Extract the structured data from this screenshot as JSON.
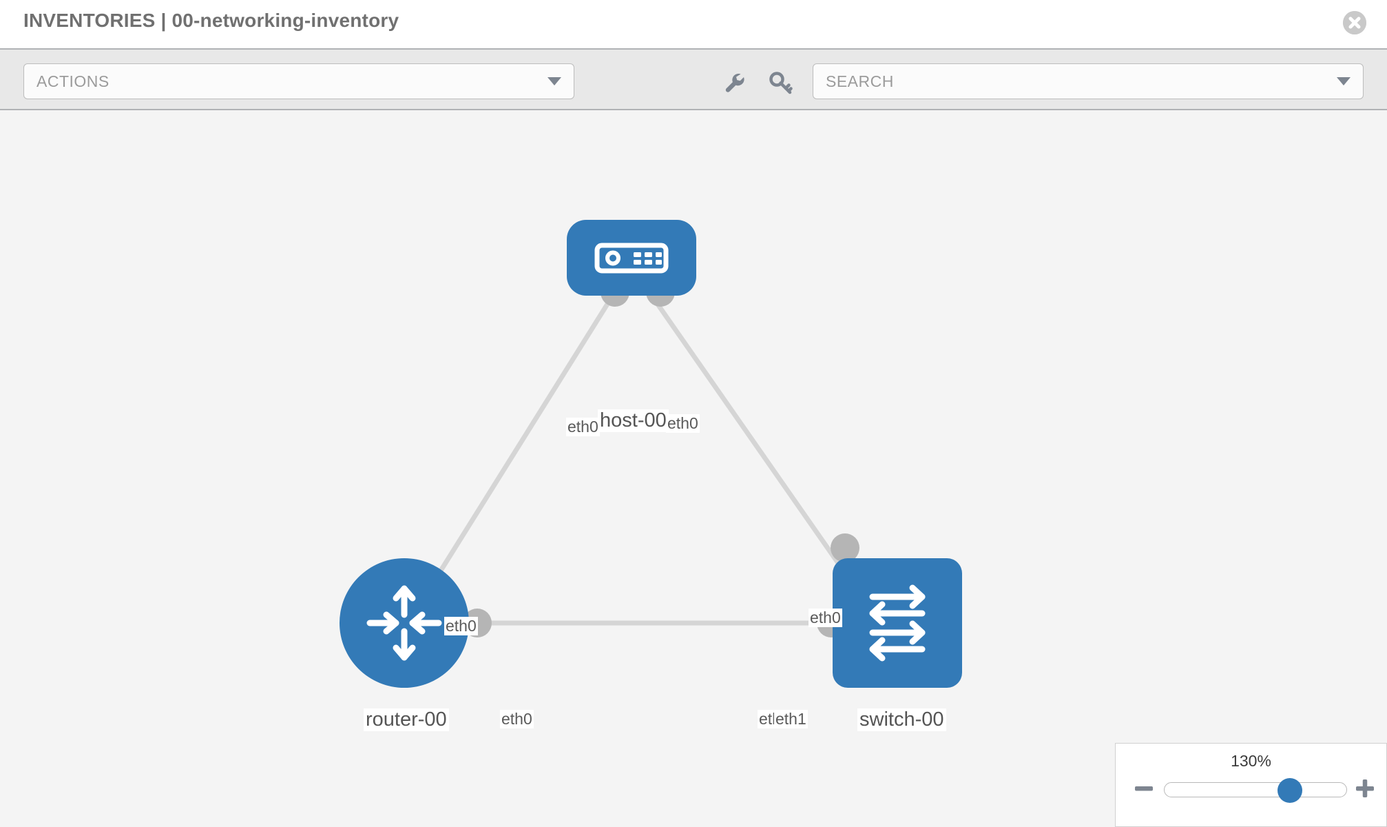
{
  "header": {
    "title": "INVENTORIES | 00-networking-inventory",
    "close_label": "close-icon"
  },
  "toolbar": {
    "actions_label": "ACTIONS",
    "search_placeholder": "SEARCH",
    "wrench_icon": "wrench-icon",
    "key_icon": "key-icon",
    "caret_icon": "chevron-down-icon"
  },
  "topology": {
    "accent_color": "#337ab7",
    "port_color": "#b5b5b5",
    "link_color": "#d5d5d5",
    "canvas_color": "#f4f4f4",
    "nodes": [
      {
        "id": "host-00",
        "label": "host-00",
        "type": "host",
        "icon": "server-icon"
      },
      {
        "id": "router-00",
        "label": "router-00",
        "type": "router",
        "icon": "router-arrows-icon"
      },
      {
        "id": "switch-00",
        "label": "switch-00",
        "type": "switch",
        "icon": "switch-arrows-icon"
      }
    ],
    "links": [
      {
        "from": "host-00",
        "to": "router-00",
        "from_label": "eth0",
        "to_label": "eth0"
      },
      {
        "from": "host-00",
        "to": "switch-00",
        "from_label": "eth0",
        "to_label": "eth0"
      },
      {
        "from": "router-00",
        "to": "switch-00",
        "from_label": "eth0",
        "to_label": "eth1"
      }
    ],
    "edge_labels": {
      "host_left": "eth0",
      "host_right": "eth0",
      "router_up": "eth0",
      "switch_up": "eth0",
      "router_right": "eth0",
      "switch_left_a": "eth",
      "switch_left_b": "eth1"
    }
  },
  "zoom_control": {
    "value": "130%",
    "minus_label": "zoom-out-icon",
    "plus_label": "zoom-in-icon",
    "slider_position_percent": 62
  }
}
